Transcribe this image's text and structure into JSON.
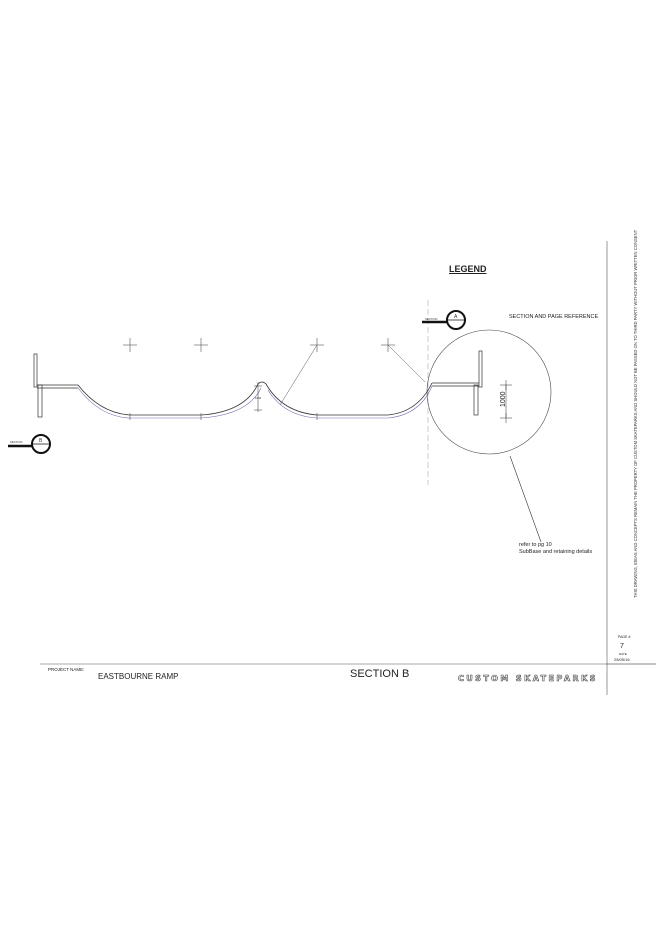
{
  "legend": {
    "title": "LEGEND",
    "section_reference": "SECTION AND PAGE REFERENCE",
    "marker_letter": "A",
    "marker_label": "SECTION"
  },
  "drawing": {
    "section_marker_letter": "B",
    "section_marker_label": "SECTION",
    "detail_dimension": "1000",
    "small_dimension": "1000",
    "note_line1": "refer to pg 10",
    "note_line2": "SubBase and retaining details"
  },
  "title_block": {
    "project_label": "PROJECT NAME:",
    "project_name": "EASTBOURNE RAMP",
    "section_title": "SECTION B",
    "page_label": "PAGE #",
    "page_number": "7",
    "date_label": "DATE",
    "date": "25/05/16",
    "brand": "CUSTOM SKATEPARKS",
    "disclaimer": "THIS DRAWING, IDEAS AND CONCEPTS REMAIN THE PROPERTY OF CUSTOM SKATEPARKS AND SHOULD NOT BE PASSED ON TO THIRD PARTY WITHOUT PRIOR WRITTEN CONSENT"
  },
  "colors": {
    "line": "#333333",
    "blue_line": "#6a6ab0",
    "dashed": "#9a9a9a"
  }
}
